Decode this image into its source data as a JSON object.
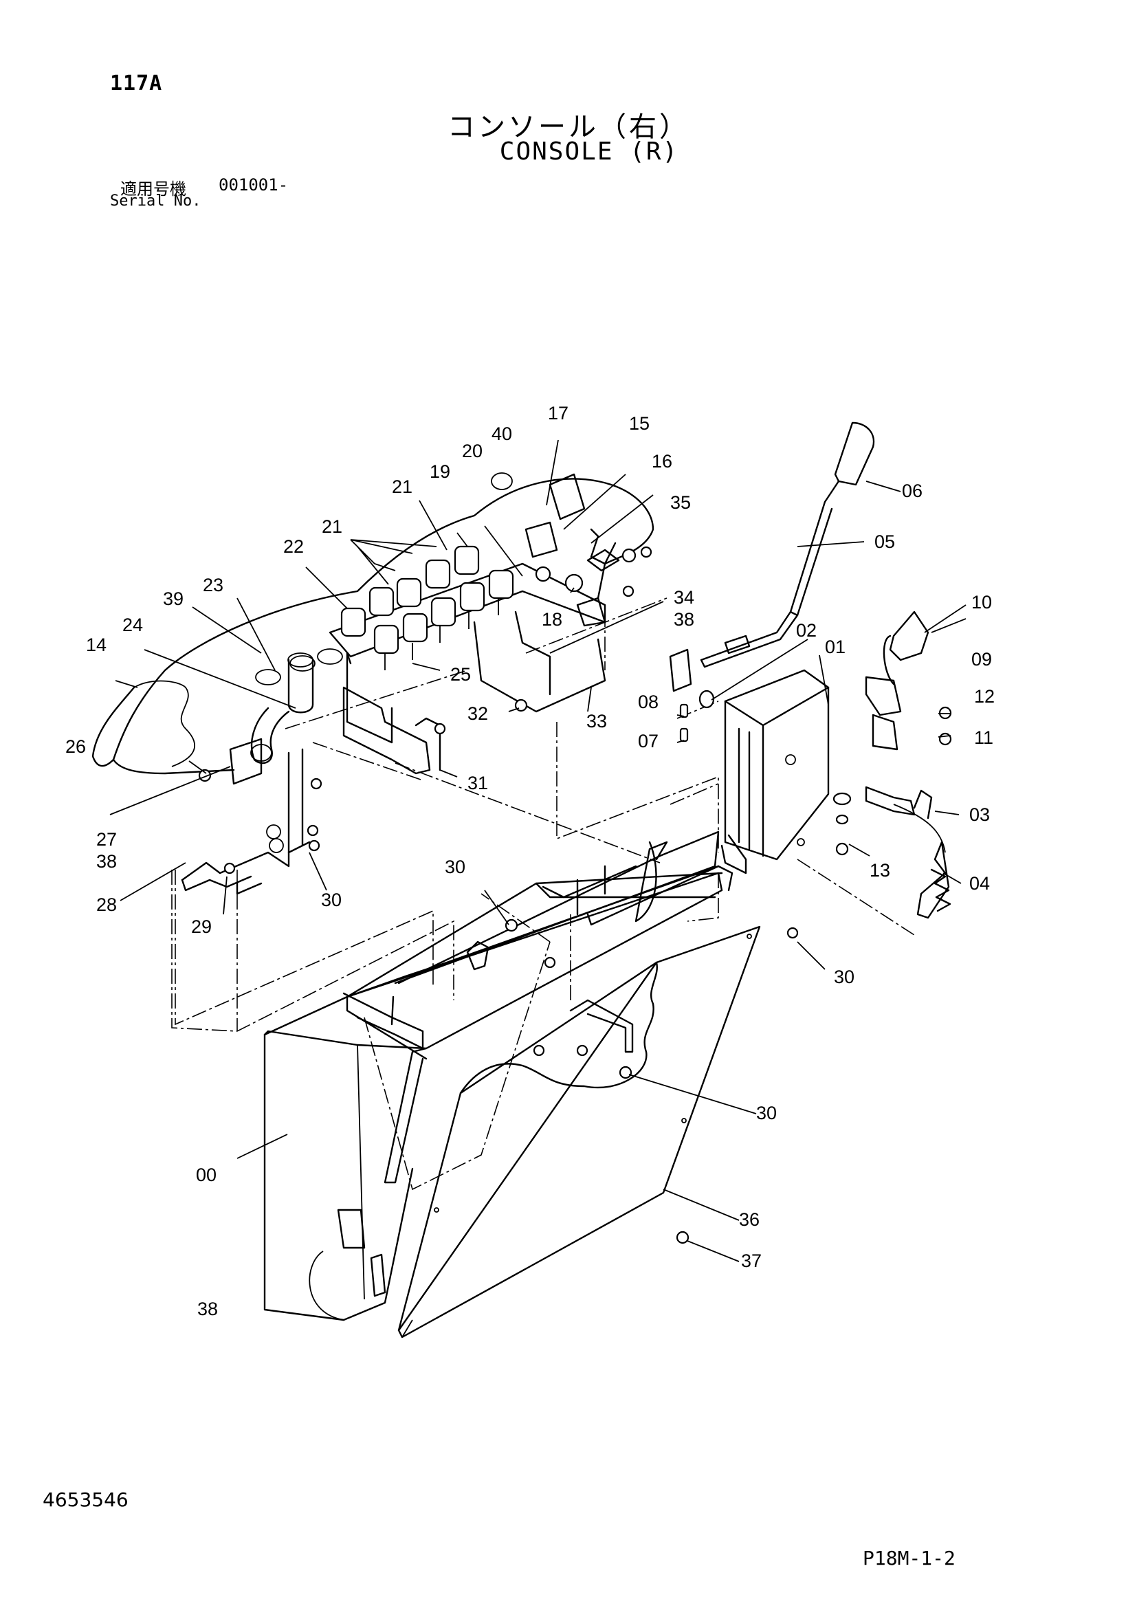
{
  "header": {
    "page_no": "117A",
    "title_jp": "コンソール（右）",
    "title_en": "CONSOLE (R)",
    "serial_label_jp": "適用号機",
    "serial_value": "001001-",
    "serial_label_en": "Serial No."
  },
  "footer": {
    "doc_no": "4653546",
    "sheet_no": "P18M-1-2"
  },
  "part_labels": [
    "00",
    "01",
    "02",
    "03",
    "04",
    "05",
    "06",
    "07",
    "08",
    "09",
    "10",
    "11",
    "12",
    "13",
    "14",
    "15",
    "16",
    "17",
    "18",
    "19",
    "20",
    "21",
    "21",
    "22",
    "23",
    "24",
    "25",
    "26",
    "27",
    "38",
    "28",
    "29",
    "30",
    "30",
    "30",
    "30",
    "31",
    "32",
    "33",
    "34",
    "38",
    "35",
    "36",
    "37",
    "38",
    "39",
    "40"
  ]
}
